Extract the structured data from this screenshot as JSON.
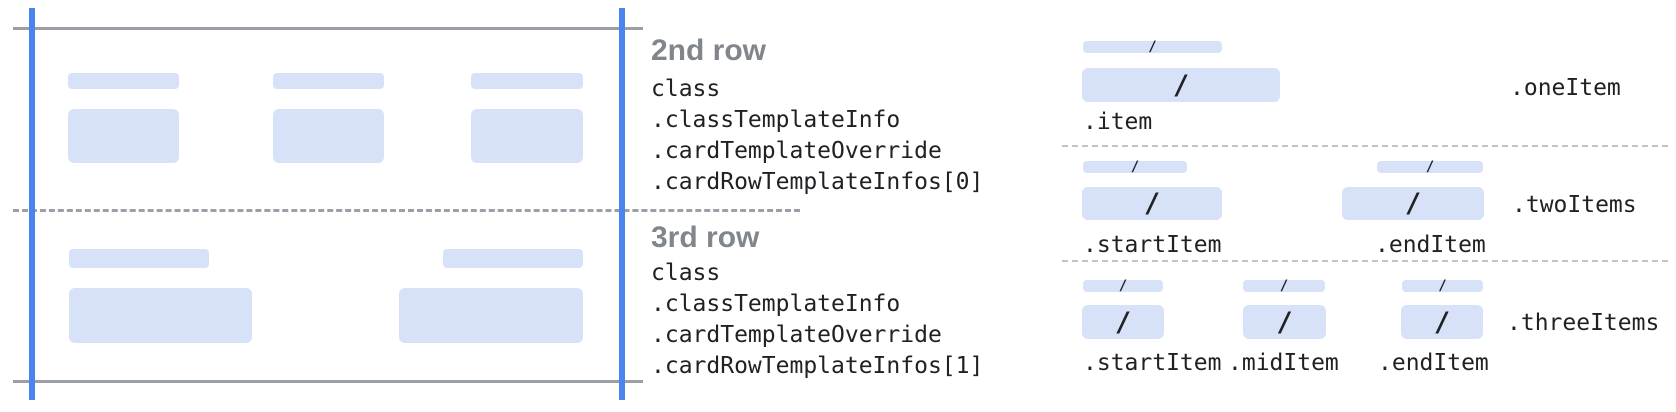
{
  "colors": {
    "bar_fill": "#d7e1f8",
    "card_edge_blue": "#4b84ee",
    "frame_line_gray": "#9aa0a6",
    "dotted_separator_gray": "#bfc3c8",
    "heading_gray": "#80868b",
    "code_text": "#202124"
  },
  "annotations": {
    "row2": {
      "heading": "2nd row",
      "lines": [
        "class",
        ".classTemplateInfo",
        ".cardTemplateOverride",
        ".cardRowTemplateInfos[0]"
      ]
    },
    "row3": {
      "heading": "3rd row",
      "lines": [
        "class",
        ".classTemplateInfo",
        ".cardTemplateOverride",
        ".cardRowTemplateInfos[1]"
      ]
    }
  },
  "legend": {
    "slash": "/",
    "one_item": {
      "group_label": ".oneItem",
      "item_label": ".item"
    },
    "two_items": {
      "group_label": ".twoItems",
      "start_label": ".startItem",
      "end_label": ".endItem"
    },
    "three_items": {
      "group_label": ".threeItems",
      "start_label": ".startItem",
      "mid_label": ".midItem",
      "end_label": ".endItem"
    }
  }
}
